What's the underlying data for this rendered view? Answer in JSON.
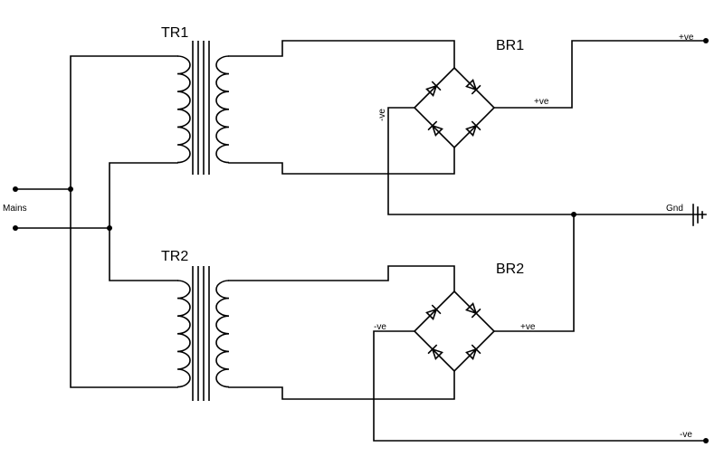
{
  "labels": {
    "tr1": "TR1",
    "tr2": "TR2",
    "br1": "BR1",
    "br2": "BR2",
    "mains": "Mains",
    "br1_neg": "-ve",
    "br1_pos": "+ve",
    "br2_neg": "-ve",
    "br2_pos": "+ve",
    "out_pos": "+ve",
    "out_gnd": "Gnd",
    "out_neg": "-ve"
  }
}
